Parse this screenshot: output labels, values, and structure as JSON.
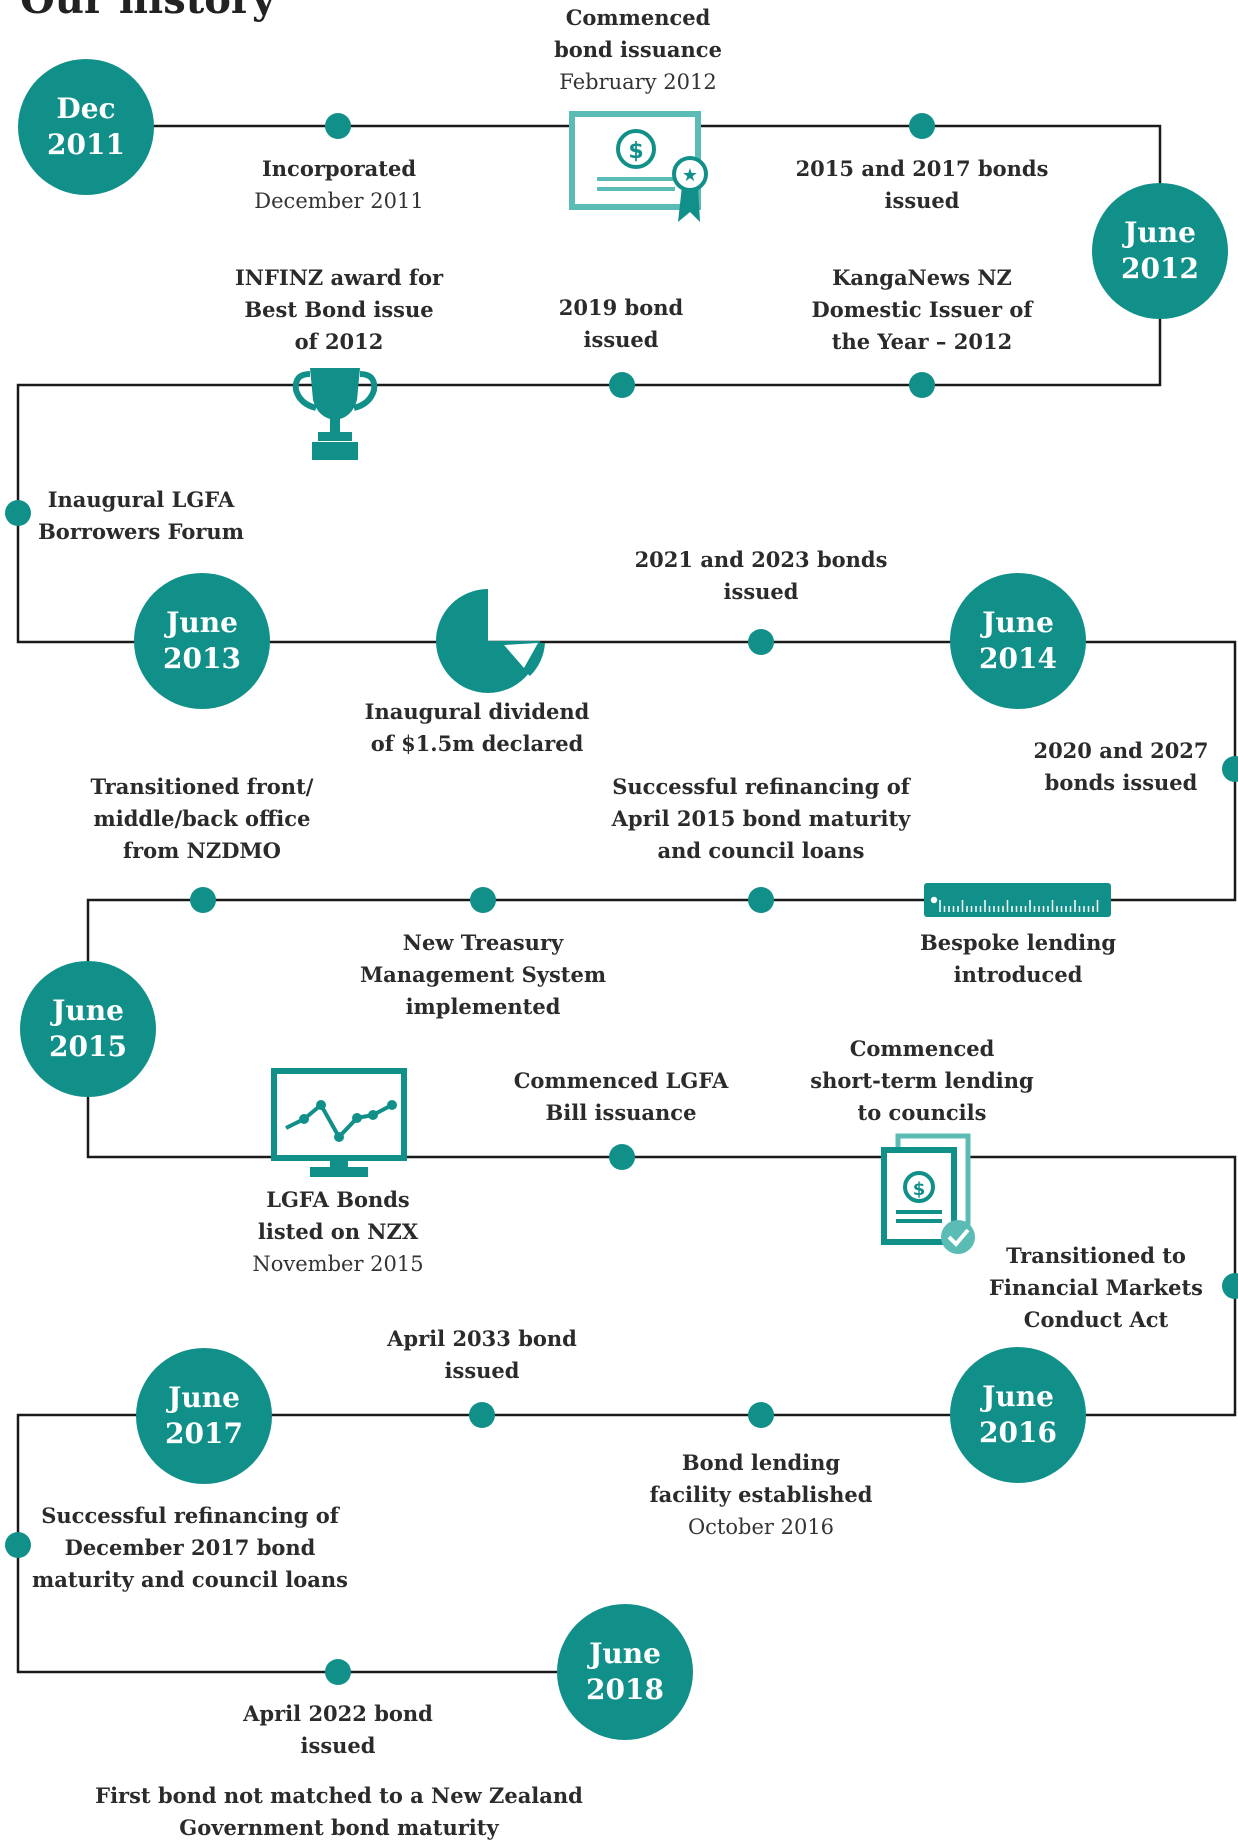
{
  "title": "Our history",
  "colors": {
    "accent": "#11908a",
    "line": "#1a1a1a",
    "text": "#2b2b2b"
  },
  "milestones_years": [
    {
      "month": "Dec",
      "year": "2011"
    },
    {
      "month": "June",
      "year": "2012"
    },
    {
      "month": "June",
      "year": "2013"
    },
    {
      "month": "June",
      "year": "2014"
    },
    {
      "month": "June",
      "year": "2015"
    },
    {
      "month": "June",
      "year": "2016"
    },
    {
      "month": "June",
      "year": "2017"
    },
    {
      "month": "June",
      "year": "2018"
    }
  ],
  "events": [
    {
      "title": [
        "Commenced",
        "bond issuance"
      ],
      "date": "February 2012"
    },
    {
      "title": [
        "Incorporated"
      ],
      "date": "December 2011"
    },
    {
      "title": [
        "2015 and 2017 bonds",
        "issued"
      ]
    },
    {
      "title": [
        "INFINZ award for",
        "Best Bond issue",
        "of 2012"
      ]
    },
    {
      "title": [
        "2019 bond",
        "issued"
      ]
    },
    {
      "title": [
        "KangaNews NZ",
        "Domestic Issuer of",
        "the Year – 2012"
      ]
    },
    {
      "title": [
        "Inaugural LGFA",
        "Borrowers Forum"
      ]
    },
    {
      "title": [
        "2021 and 2023 bonds",
        "issued"
      ]
    },
    {
      "title": [
        "Inaugural dividend",
        "of $1.5m declared"
      ]
    },
    {
      "title": [
        "2020 and 2027",
        "bonds issued"
      ]
    },
    {
      "title": [
        "Transitioned front/",
        "middle/back office",
        "from NZDMO"
      ]
    },
    {
      "title": [
        "Successful refinancing of",
        "April 2015 bond maturity",
        "and council loans"
      ]
    },
    {
      "title": [
        "New Treasury",
        "Management System",
        "implemented"
      ]
    },
    {
      "title": [
        "Bespoke lending",
        "introduced"
      ]
    },
    {
      "title": [
        "Commenced LGFA",
        "Bill issuance"
      ]
    },
    {
      "title": [
        "Commenced",
        "short-term lending",
        "to councils"
      ]
    },
    {
      "title": [
        "LGFA Bonds",
        "listed on NZX"
      ],
      "date": "November 2015"
    },
    {
      "title": [
        "Transitioned to",
        "Financial Markets",
        "Conduct Act"
      ]
    },
    {
      "title": [
        "April 2033 bond",
        "issued"
      ]
    },
    {
      "title": [
        "Bond lending",
        "facility established"
      ],
      "date": "October 2016"
    },
    {
      "title": [
        "Successful refinancing of",
        "December 2017 bond",
        "maturity and council loans"
      ]
    },
    {
      "title": [
        "April 2022 bond",
        "issued"
      ]
    },
    {
      "title": [
        "First bond not matched to a New Zealand",
        "Government bond maturity"
      ]
    }
  ],
  "icons": [
    "certificate-icon",
    "trophy-icon",
    "pie-chart-icon",
    "ruler-icon",
    "monitor-chart-icon",
    "loan-document-icon"
  ]
}
